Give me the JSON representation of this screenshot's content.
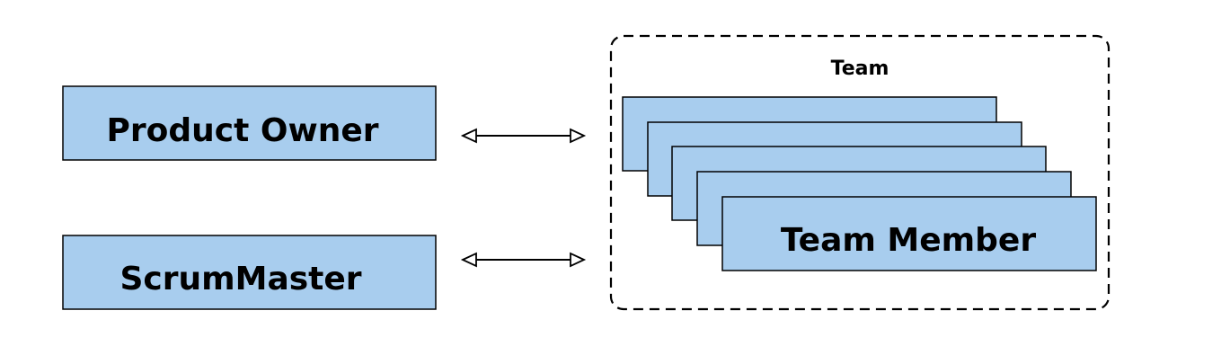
{
  "diagram": {
    "product_owner": {
      "label": "Product Owner"
    },
    "scrum_master": {
      "label": "ScrumMaster"
    },
    "team": {
      "title": "Team",
      "member_label": "Team Member"
    },
    "footer_text": ""
  },
  "colors": {
    "box_fill": "#a8cdee",
    "box_stroke": "#000000",
    "team_border": "#000000",
    "arrow": "#000000"
  }
}
